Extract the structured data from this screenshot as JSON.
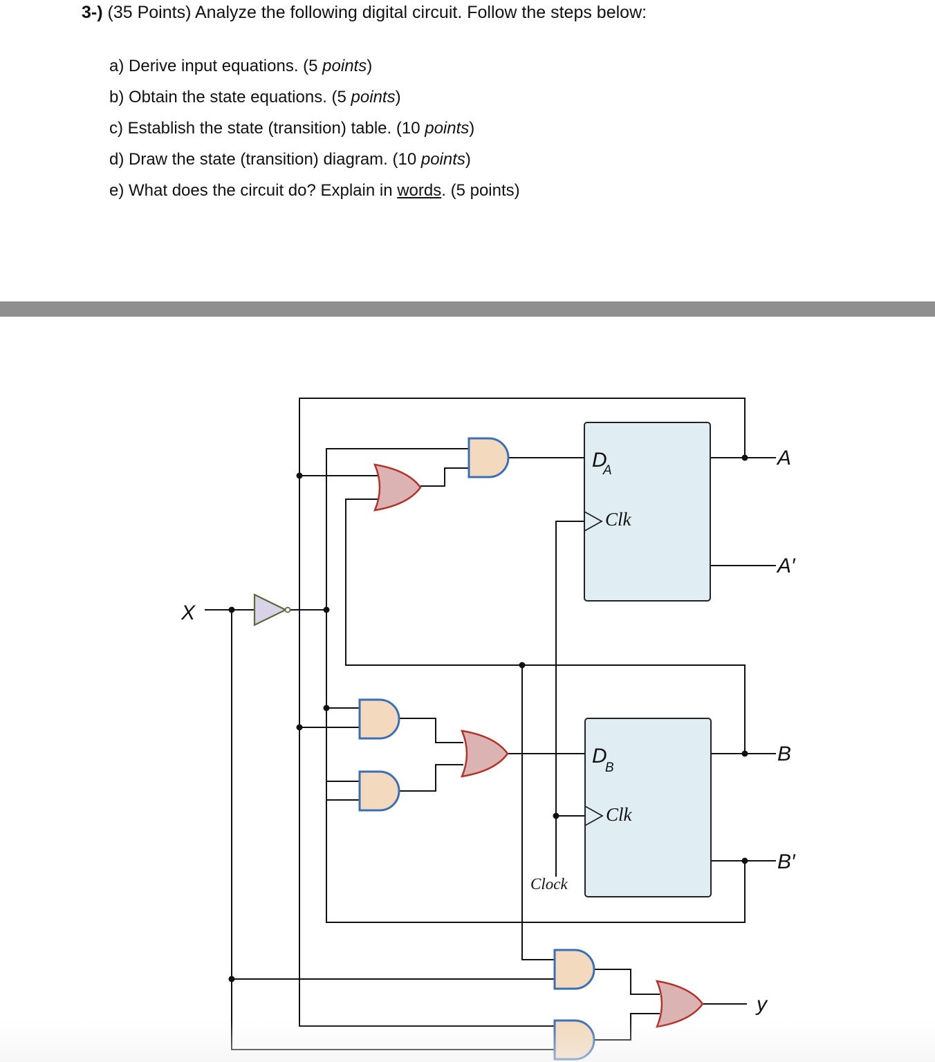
{
  "question": {
    "number": "3-)",
    "title": "(35 Points) Analyze the following digital circuit. Follow the steps below:",
    "steps": [
      {
        "prefix": "a) Derive input equations. (5 ",
        "em": "points",
        "suffix": ")"
      },
      {
        "prefix": "b) Obtain the state equations. (5 ",
        "em": "points",
        "suffix": ")"
      },
      {
        "prefix": "c) Establish the state (transition) table. (10 ",
        "em": "points",
        "suffix": ")"
      },
      {
        "prefix": "d) Draw the state (transition) diagram. (10 ",
        "em": "points",
        "suffix": ")"
      },
      {
        "prefix": "e) What does the circuit do? Explain in ",
        "underline": "words",
        "suffix": ". (5 points)"
      }
    ]
  },
  "circuit": {
    "input_label": "X",
    "output_label": "y",
    "clock_label": "Clock",
    "flipflop_a": {
      "d_main": "D",
      "d_sub": "A",
      "clk": "Clk",
      "q": "A",
      "qn": "A′"
    },
    "flipflop_b": {
      "d_main": "D",
      "d_sub": "B",
      "clk": "Clk",
      "q": "B",
      "qn": "B′"
    }
  },
  "colors": {
    "and_fill": "#f3d9bd",
    "and_stroke": "#3a6fb5",
    "or_fill": "#dcb3b3",
    "or_stroke": "#b3322a",
    "not_fill": "#d8d3e8",
    "not_stroke": "#5a6a3a",
    "flipflop_fill": "#e0eef3",
    "wire": "#111111",
    "divider": "#8f8f8f"
  }
}
